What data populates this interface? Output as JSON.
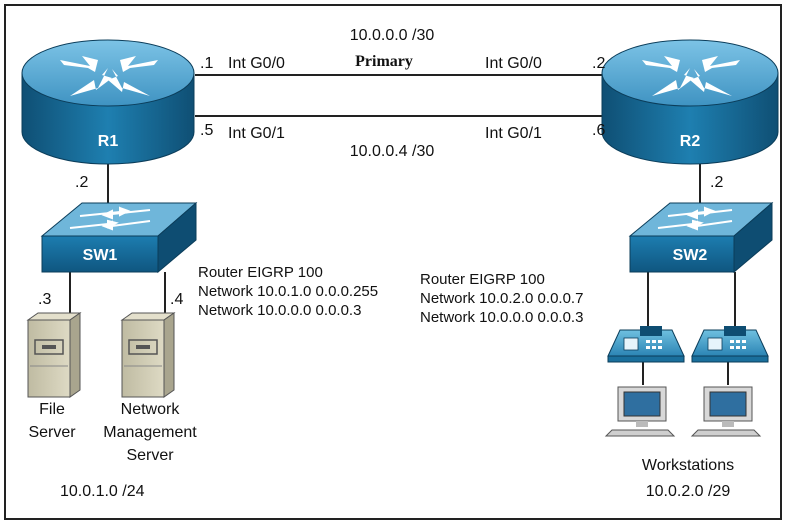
{
  "links": {
    "primary_subnet": "10.0.0.0 /30",
    "primary_label": "Primary",
    "secondary_subnet": "10.0.0.4 /30",
    "r1_g00_host": ".1",
    "r1_g00_intf": "Int G0/0",
    "r2_g00_host": ".2",
    "r2_g00_intf": "Int G0/0",
    "r1_g01_host": ".5",
    "r1_g01_intf": "Int G0/1",
    "r2_g01_host": ".6",
    "r2_g01_intf": "Int G0/1"
  },
  "r1": {
    "name": "R1",
    "lan_host": ".2",
    "eigrp": [
      "Router EIGRP 100",
      "Network 10.0.1.0 0.0.0.255",
      "Network 10.0.0.0 0.0.0.3"
    ]
  },
  "r2": {
    "name": "R2",
    "lan_host": ".2",
    "eigrp": [
      "Router EIGRP 100",
      "Network 10.0.2.0 0.0.0.7",
      "Network 10.0.0.0 0.0.0.3"
    ]
  },
  "sw1": {
    "name": "SW1"
  },
  "sw2": {
    "name": "SW2"
  },
  "servers": {
    "file_host": ".3",
    "file_name": [
      "File",
      "Server"
    ],
    "nms_host": ".4",
    "nms_name": [
      "Network",
      "Management",
      "Server"
    ],
    "subnet": "10.0.1.0 /24"
  },
  "workstations": {
    "label": "Workstations",
    "subnet": "10.0.2.0 /29"
  },
  "colors": {
    "device_blue": "#1a6f9c",
    "device_top": "#5aa8cf",
    "server_body": "#c9c5ad"
  }
}
